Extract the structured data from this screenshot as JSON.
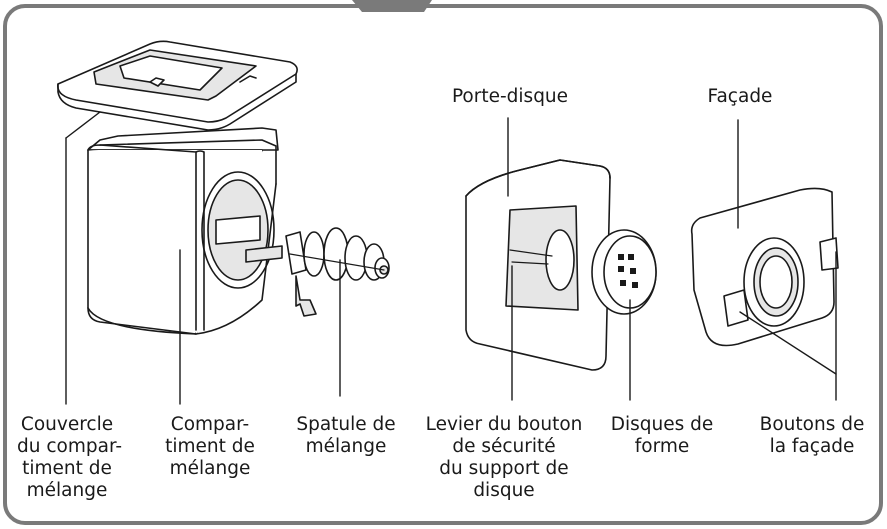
{
  "labels": {
    "cover": [
      "Couvercle",
      "du compar-",
      "timent de",
      "mélange"
    ],
    "compartment": [
      "Compar-",
      "timent de",
      "mélange"
    ],
    "spatula": [
      "Spatule de",
      "mélange"
    ],
    "lever": [
      "Levier du bouton",
      "de sécurité",
      "du support de",
      "disque"
    ],
    "discs": [
      "Disques de",
      "forme"
    ],
    "buttons": [
      "Boutons de",
      "la façade"
    ],
    "disc_holder": "Porte-disque",
    "facade": "Façade"
  },
  "colors": {
    "frame": "#7a7a7a",
    "outline": "#1a1a1a",
    "fill": "#ffffff",
    "shade": "#e6e6e6"
  }
}
